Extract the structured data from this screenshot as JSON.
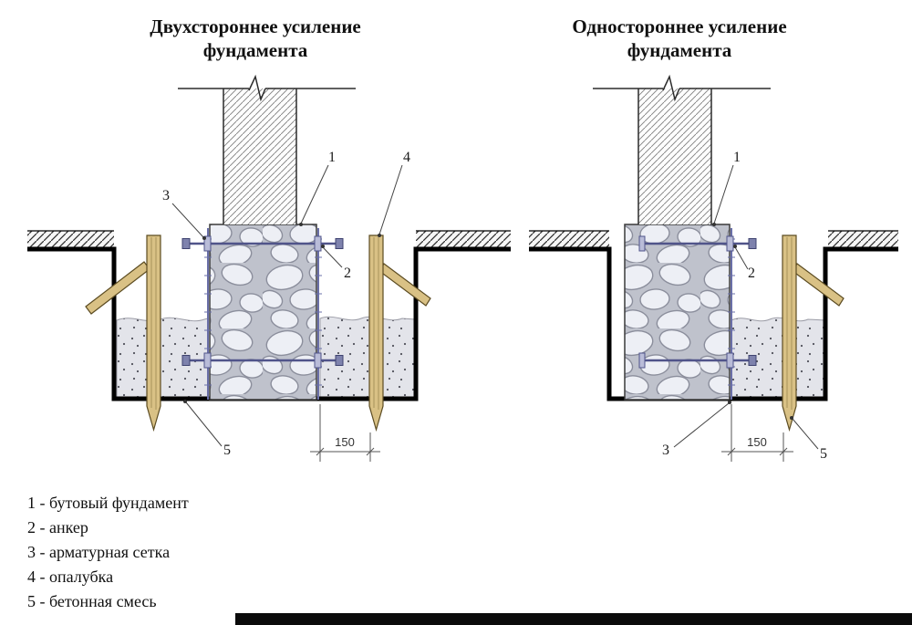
{
  "titles": {
    "left_line1": "Двухстороннее усиление",
    "left_line2": "фундамента",
    "right_line1": "Одностороннее усиление",
    "right_line2": "фундамента"
  },
  "diagrams": {
    "left": {
      "callout_1": "1",
      "callout_2": "2",
      "callout_3": "3",
      "callout_4": "4",
      "callout_5": "5",
      "dimension": "150"
    },
    "right": {
      "callout_1": "1",
      "callout_2": "2",
      "callout_3": "3",
      "callout_5": "5",
      "dimension": "150"
    }
  },
  "legend": {
    "items": [
      "1 - бутовый фундамент",
      "2 - анкер",
      "3 - арматурная сетка",
      "4 - опалубка",
      "5 - бетонная смесь"
    ]
  },
  "colors": {
    "wood": "#d9c185",
    "steel": "#50548a",
    "concrete": "#e3e4ea",
    "stone": "#edeff5",
    "soil_line": "#000000"
  }
}
